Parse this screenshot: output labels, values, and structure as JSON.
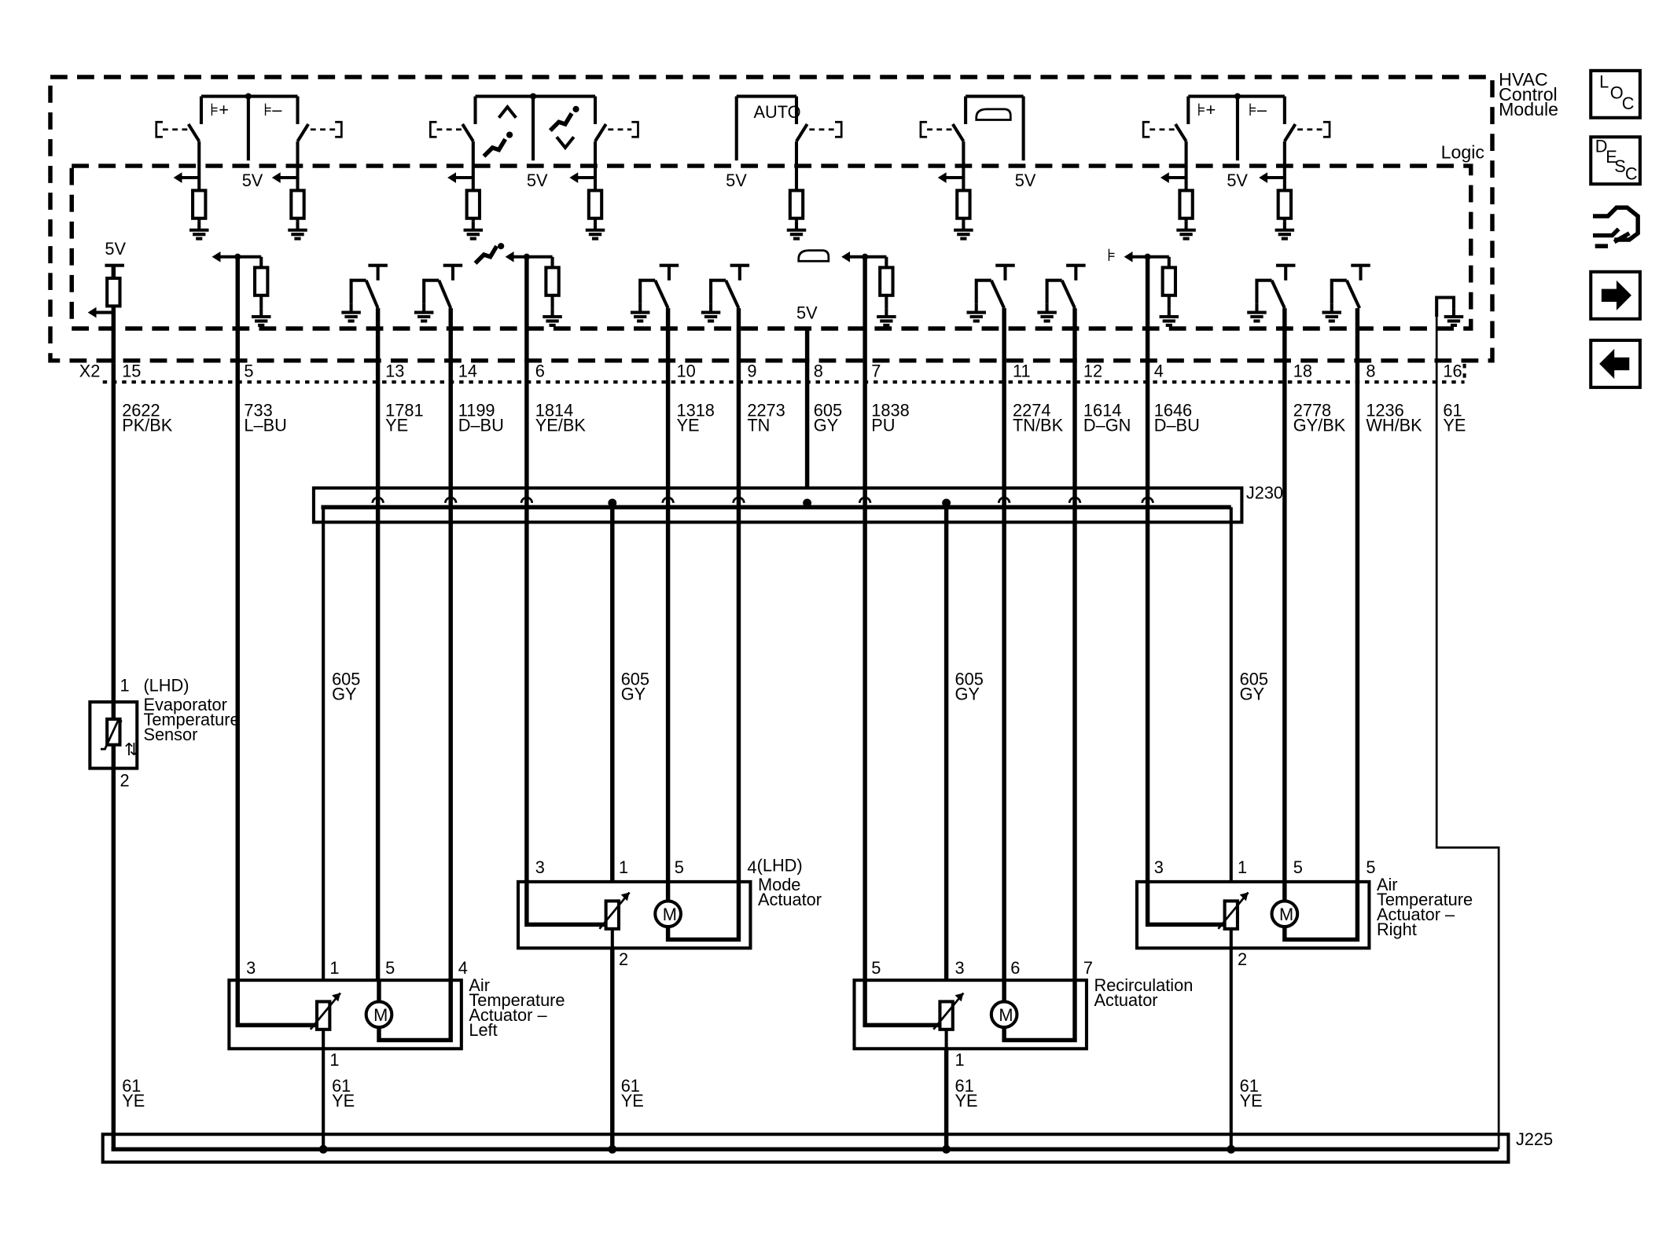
{
  "module": {
    "line1": "HVAC",
    "line2": "Control",
    "line3": "Module",
    "logic": "Logic"
  },
  "connector_x": "X2",
  "supply_5v": "5V",
  "auto_label": "AUTO",
  "motor_glyph": "M",
  "lhd": "(LHD)",
  "circuits": [
    {
      "pin": "15",
      "wire": "2622",
      "color": "PK/BK"
    },
    {
      "pin": "5",
      "wire": "733",
      "color": "L–BU"
    },
    {
      "pin": "13",
      "wire": "1781",
      "color": "YE"
    },
    {
      "pin": "14",
      "wire": "1199",
      "color": "D–BU"
    },
    {
      "pin": "6",
      "wire": "1814",
      "color": "YE/BK"
    },
    {
      "pin": "10",
      "wire": "1318",
      "color": "YE"
    },
    {
      "pin": "9",
      "wire": "2273",
      "color": "TN"
    },
    {
      "pin": "8",
      "wire": "605",
      "color": "GY"
    },
    {
      "pin": "7",
      "wire": "1838",
      "color": "PU"
    },
    {
      "pin": "11",
      "wire": "2274",
      "color": "TN/BK"
    },
    {
      "pin": "12",
      "wire": "1614",
      "color": "D–GN"
    },
    {
      "pin": "4",
      "wire": "1646",
      "color": "D–BU"
    },
    {
      "pin": "18",
      "wire": "2778",
      "color": "GY/BK"
    },
    {
      "pin": "8",
      "wire": "1236",
      "color": "WH/BK"
    },
    {
      "pin": "16",
      "wire": "61",
      "color": "YE"
    }
  ],
  "splices": {
    "upper": "J230",
    "lower": "J225"
  },
  "branch_wire": {
    "num": "605",
    "color": "GY"
  },
  "ground_wire": {
    "num": "61",
    "color": "YE"
  },
  "evap_sensor": {
    "pin_top": "1",
    "pin_bottom": "2",
    "lhd": "(LHD)",
    "line1": "Evaporator",
    "line2": "Temperature",
    "line3": "Sensor"
  },
  "air_left": {
    "pins": [
      "3",
      "1",
      "5",
      "4"
    ],
    "pin_bottom": "1",
    "line1": "Air",
    "line2": "Temperature",
    "line3": "Actuator –",
    "line4": "Left"
  },
  "mode": {
    "pins": [
      "3",
      "1",
      "5",
      "4"
    ],
    "pin_bottom": "2",
    "lhd": "(LHD)",
    "line1": "Mode",
    "line2": "Actuator"
  },
  "recirc": {
    "pins": [
      "5",
      "3",
      "6",
      "7"
    ],
    "pin_bottom": "1",
    "line1": "Recirculation",
    "line2": "Actuator"
  },
  "air_right": {
    "pins": [
      "3",
      "1",
      "5",
      "5"
    ],
    "pin_bottom": "2",
    "line1": "Air",
    "line2": "Temperature",
    "line3": "Actuator –",
    "line4": "Right"
  },
  "nav": {
    "loc": {
      "a": "L",
      "b": "O",
      "c": "C"
    },
    "desc": {
      "a": "D",
      "b": "E",
      "c": "S",
      "d": "C"
    },
    "icons": [
      "connector-repair-icon",
      "next-arrow-icon",
      "previous-arrow-icon"
    ]
  }
}
